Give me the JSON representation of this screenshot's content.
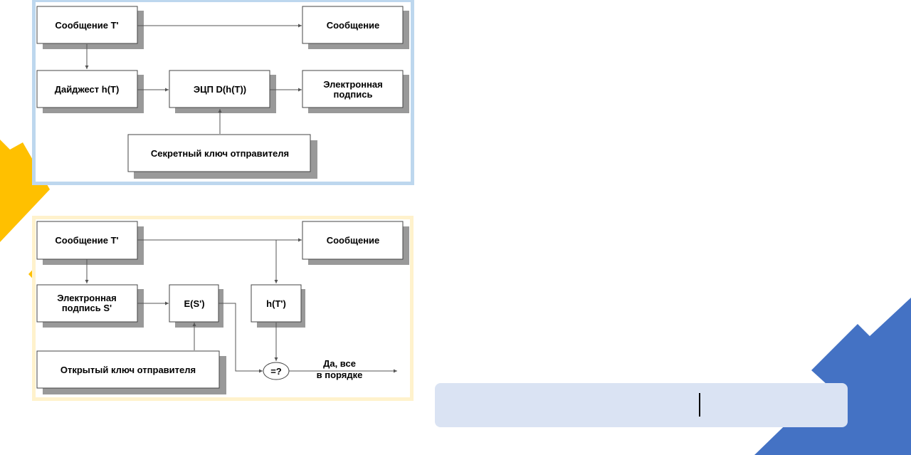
{
  "colors": {
    "top_frame": "#bdd7ee",
    "bottom_frame": "#fff2cc",
    "yellow_accent": "#ffc000",
    "blue_accent": "#4472c4",
    "input_bar": "#dae3f3",
    "box_shadow": "#999999"
  },
  "signing": {
    "message_t": "Сообщение T'",
    "message": "Сообщение",
    "digest": "Дайджест h(T)",
    "eds": "ЭЦП D(h(T))",
    "signature_line1": "Электронная",
    "signature_line2": "подпись",
    "secret_key": "Секретный ключ отправителя"
  },
  "verification": {
    "message_t": "Сообщение T'",
    "message": "Сообщение",
    "signature_line1": "Электронная",
    "signature_line2": "подпись S'",
    "es": "E(S')",
    "ht": "h(T')",
    "public_key": "Открытый ключ отправителя",
    "compare": "=?",
    "result_line1": "Да, все",
    "result_line2": "в порядке"
  }
}
